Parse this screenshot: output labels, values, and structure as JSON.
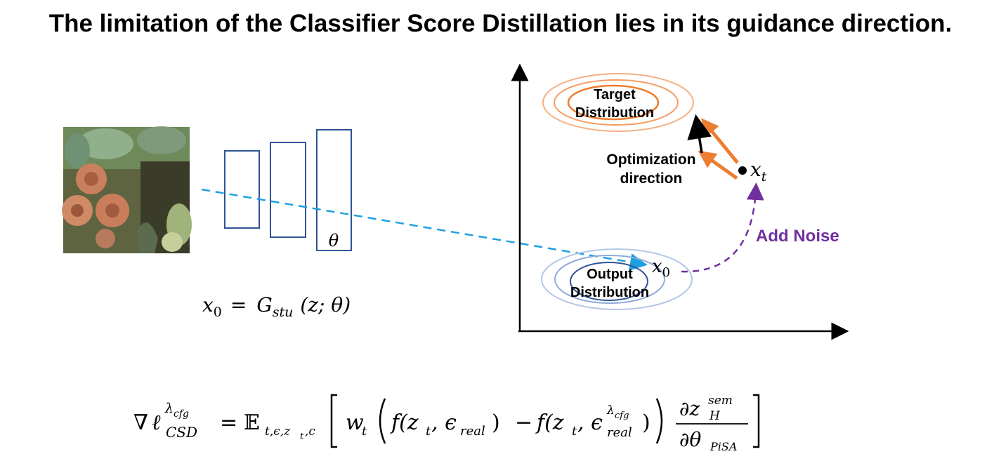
{
  "title": "The limitation of the Classifier Score Distillation lies in its guidance direction.",
  "generator": {
    "param_label": "θ",
    "equation": {
      "x": "x",
      "x_sub": "0",
      "eq": "=",
      "G": "G",
      "G_sub": "stu",
      "args": "(z; θ)"
    }
  },
  "plot": {
    "target_label_line1": "Target",
    "target_label_line2": "Distribution",
    "output_label_line1": "Output",
    "output_label_line2": "Distribution",
    "opt_label_line1": "Optimization",
    "opt_label_line2": "direction",
    "noise_label": "Add Noise",
    "xt": {
      "base": "x",
      "sub": "t"
    },
    "x0": {
      "base": "x",
      "sub": "0"
    },
    "colors": {
      "orange": "#ed7d31",
      "blue": "#4472c4",
      "light_blue": "#1ea0e0",
      "purple": "#7030a0"
    }
  },
  "loss_formula": {
    "nabla": "∇",
    "ell": "ℓ",
    "sup": "λ",
    "sup_sub": "cfg",
    "sub": "CSD",
    "eq": "=",
    "E": "𝔼",
    "E_sub": "t,ϵ,z",
    "E_sub_t": "t",
    "E_sub_c": ",c",
    "w": "w",
    "w_sub": "t",
    "f1": "f(z",
    "f1_sub": "t",
    "f1_rest": ", ϵ",
    "f1_eps_sub": "real",
    "f1_close": ")",
    "minus": "−",
    "f2": "f(z",
    "f2_sub": "t",
    "f2_rest": ", ϵ",
    "f2_eps_sup": "λ",
    "f2_eps_sup_sub": "cfg",
    "f2_eps_sub": "real",
    "f2_close": ")",
    "num": "∂z",
    "num_sup": "sem",
    "num_sub": "H",
    "den": "∂θ",
    "den_sub": "PiSA"
  }
}
